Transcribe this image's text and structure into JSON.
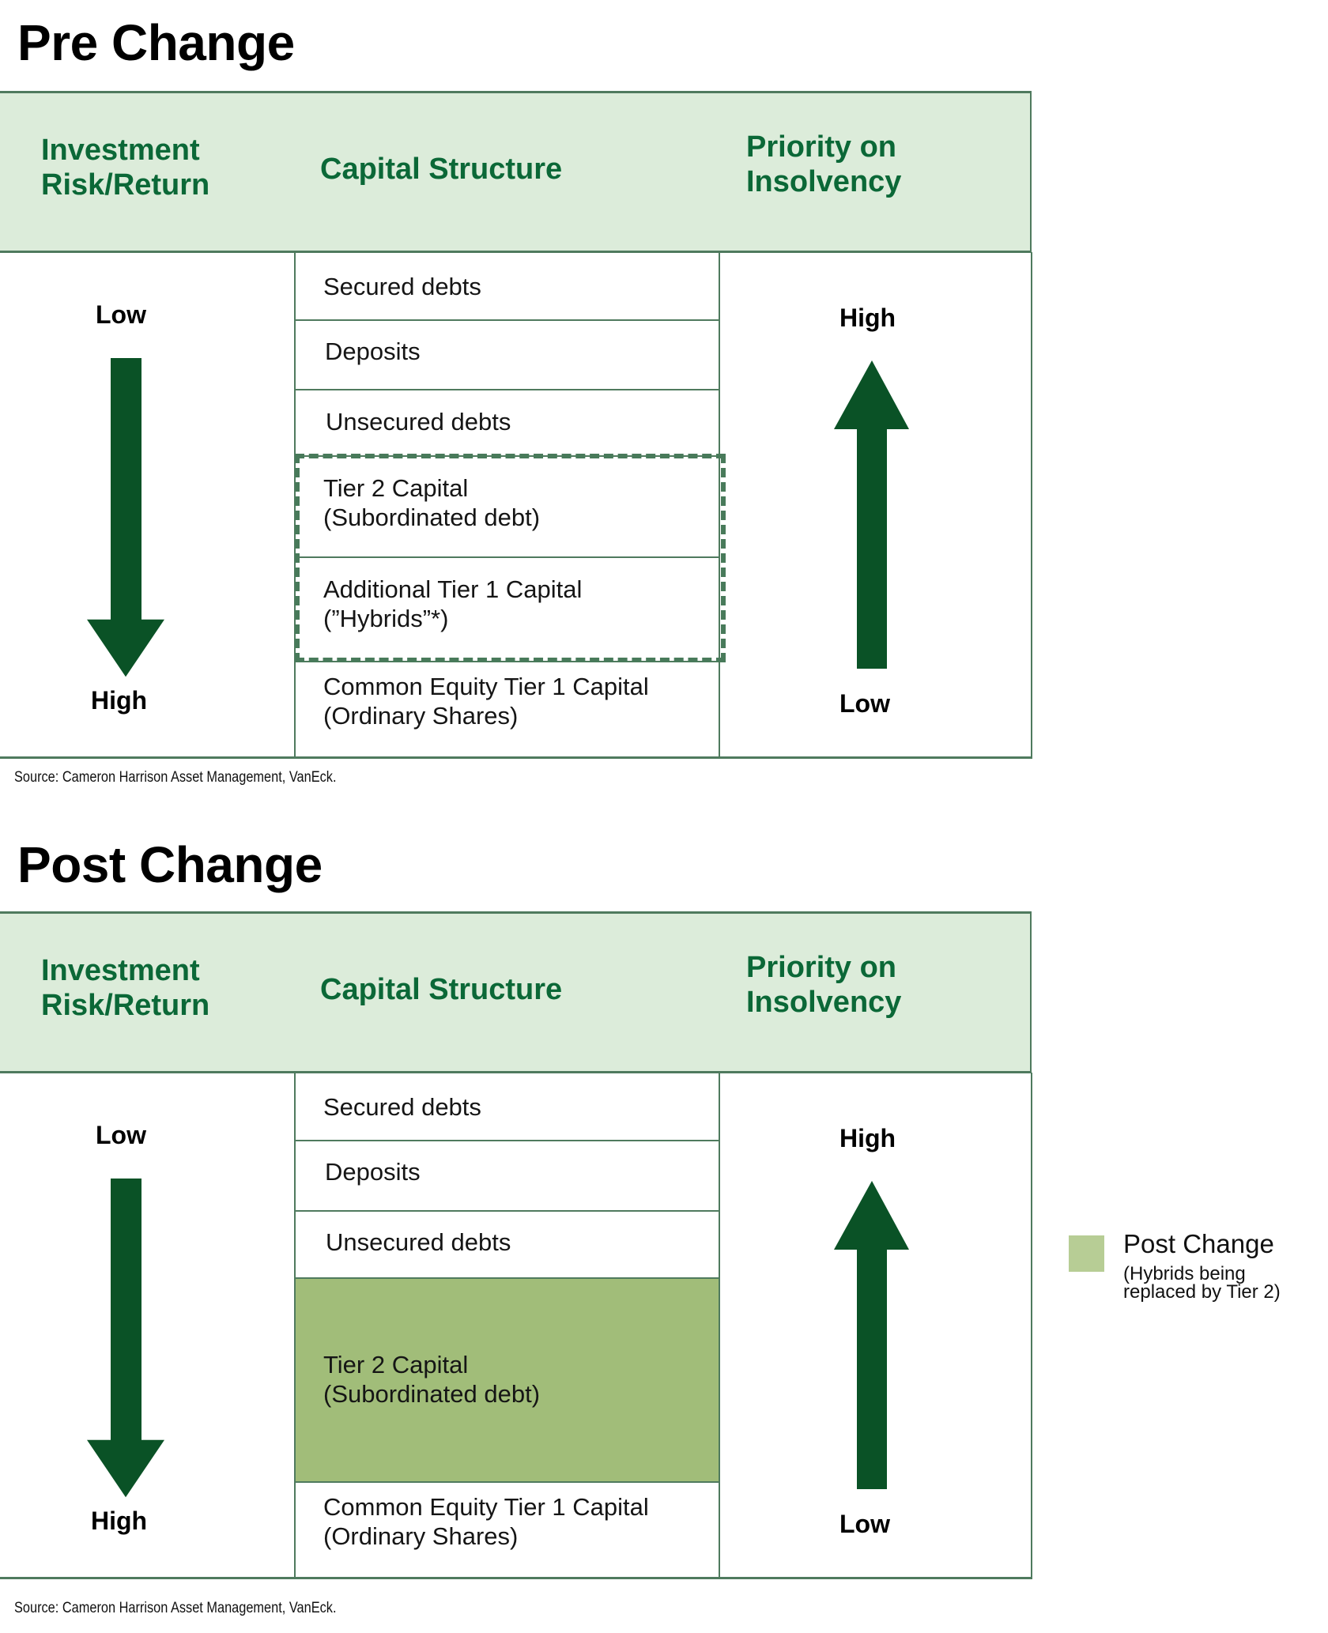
{
  "colors": {
    "header_bg": "#dcecda",
    "header_text": "#0b6837",
    "arrow": "#0a5226",
    "border": "#4f7a5e",
    "post_change_fill": "#a1bd79",
    "legend_swatch": "#b7cd95"
  },
  "pre": {
    "title": "Pre Change",
    "headers": {
      "risk_line1": "Investment",
      "risk_line2": "Risk/Return",
      "capital": "Capital Structure",
      "priority_line1": "Priority on",
      "priority_line2": "Insolvency"
    },
    "left_arrow": {
      "direction": "down",
      "icon": "arrow-down-icon",
      "top_label": "Low",
      "bottom_label": "High"
    },
    "right_arrow": {
      "direction": "up",
      "icon": "arrow-up-icon",
      "top_label": "High",
      "bottom_label": "Low"
    },
    "rows": [
      {
        "line1": "Secured debts",
        "line2": ""
      },
      {
        "line1": "Deposits",
        "line2": ""
      },
      {
        "line1": "Unsecured debts",
        "line2": ""
      },
      {
        "line1": "Tier 2 Capital",
        "line2": "(Subordinated debt)",
        "highlight": "dashed"
      },
      {
        "line1": "Additional Tier 1 Capital",
        "line2": "(”Hybrids”*)",
        "highlight": "dashed"
      },
      {
        "line1": "Common Equity Tier 1 Capital",
        "line2": "(Ordinary Shares)"
      }
    ],
    "source": "Source: Cameron Harrison Asset Management, VanEck."
  },
  "post": {
    "title": "Post Change",
    "headers": {
      "risk_line1": "Investment",
      "risk_line2": "Risk/Return",
      "capital": "Capital Structure",
      "priority_line1": "Priority on",
      "priority_line2": "Insolvency"
    },
    "left_arrow": {
      "direction": "down",
      "icon": "arrow-down-icon",
      "top_label": "Low",
      "bottom_label": "High"
    },
    "right_arrow": {
      "direction": "up",
      "icon": "arrow-up-icon",
      "top_label": "High",
      "bottom_label": "Low"
    },
    "rows": [
      {
        "line1": "Secured debts",
        "line2": ""
      },
      {
        "line1": "Deposits",
        "line2": ""
      },
      {
        "line1": "Unsecured debts",
        "line2": ""
      },
      {
        "line1": "Tier 2 Capital",
        "line2": "(Subordinated debt)",
        "highlight": "filled"
      },
      {
        "line1": "Common Equity Tier 1 Capital",
        "line2": "(Ordinary Shares)"
      }
    ],
    "source": "Source: Cameron Harrison Asset Management, VanEck."
  },
  "legend": {
    "title": "Post Change",
    "sub_line1": "(Hybrids being",
    "sub_line2": "replaced by Tier 2)"
  }
}
